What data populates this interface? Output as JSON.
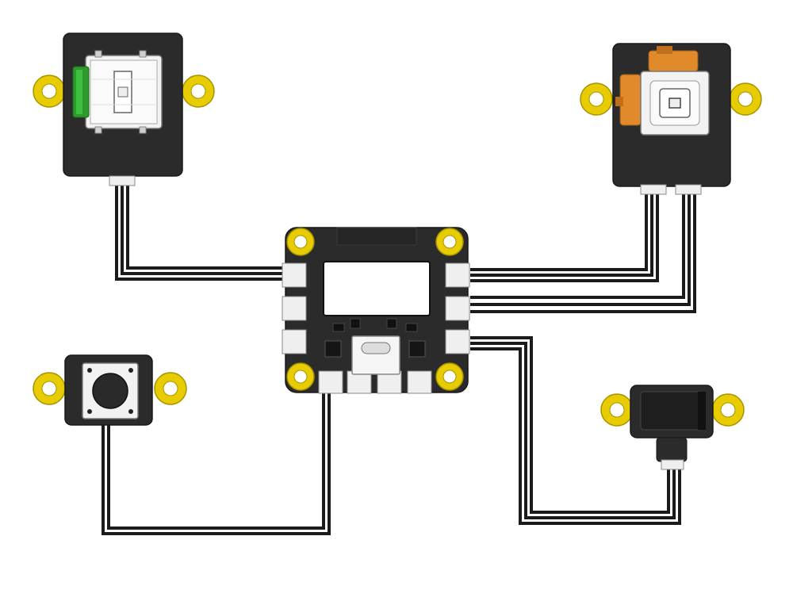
{
  "colors": {
    "board": "#2b2b2b",
    "board_edge": "#1a1a1a",
    "mount_ring": "#e6cc00",
    "mount_ring_edge": "#a89300",
    "mount_hole": "#ffffff",
    "connector": "#efefef",
    "connector_edge": "#8a8a8a",
    "cable": "#1b1b1b",
    "green_accent": "#2e9a2e",
    "orange_accent": "#e08a2c",
    "switch_body": "#f2f2f2",
    "background": "#ffffff"
  },
  "modules": [
    {
      "name": "slide-switch-module",
      "icon": "slide-switch-icon"
    },
    {
      "name": "joystick-module",
      "icon": "joystick-icon"
    },
    {
      "name": "main-controller-board",
      "icon": "usb-c-port-icon"
    },
    {
      "name": "push-button-module",
      "icon": "push-button-icon"
    },
    {
      "name": "sensor-module",
      "icon": "sensor-icon"
    }
  ]
}
